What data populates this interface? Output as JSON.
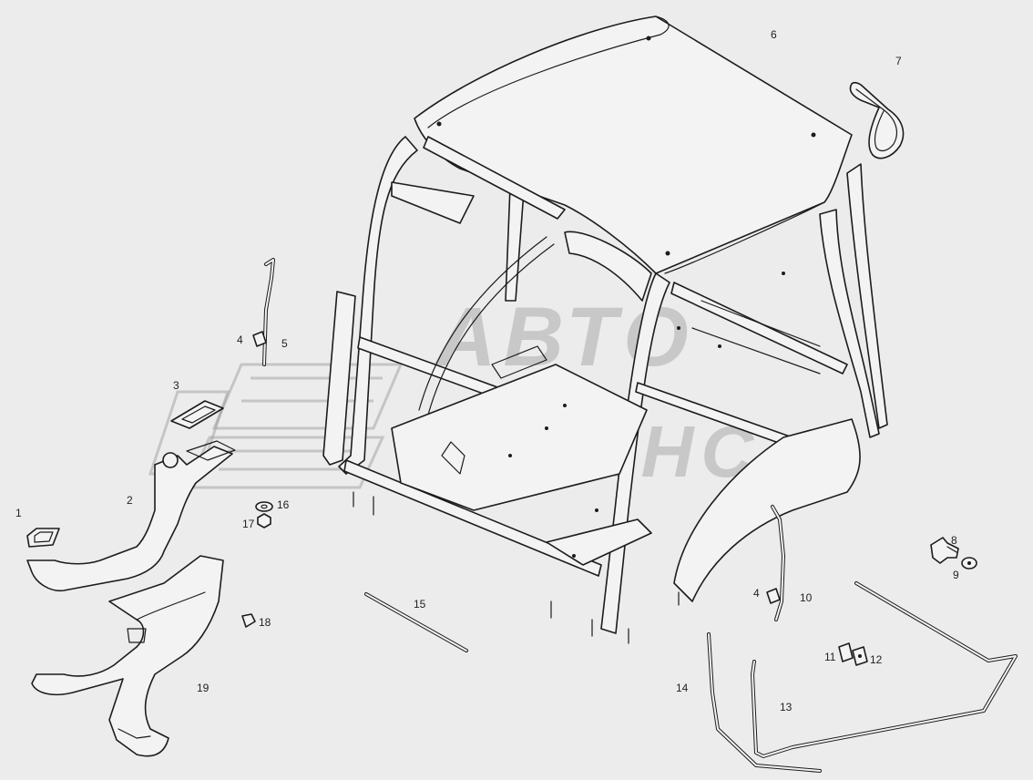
{
  "watermark": {
    "line1": "АВТО",
    "line2": "АЛЬЯНС"
  },
  "callouts": [
    {
      "id": "1",
      "text": "1"
    },
    {
      "id": "2",
      "text": "2"
    },
    {
      "id": "3",
      "text": "3"
    },
    {
      "id": "4a",
      "text": "4"
    },
    {
      "id": "4b",
      "text": "4"
    },
    {
      "id": "5",
      "text": "5"
    },
    {
      "id": "6",
      "text": "6"
    },
    {
      "id": "7",
      "text": "7"
    },
    {
      "id": "8",
      "text": "8"
    },
    {
      "id": "9",
      "text": "9"
    },
    {
      "id": "10",
      "text": "10"
    },
    {
      "id": "11",
      "text": "11"
    },
    {
      "id": "12",
      "text": "12"
    },
    {
      "id": "13",
      "text": "13"
    },
    {
      "id": "14",
      "text": "14"
    },
    {
      "id": "15",
      "text": "15"
    },
    {
      "id": "16",
      "text": "16"
    },
    {
      "id": "17",
      "text": "17"
    },
    {
      "id": "18",
      "text": "18"
    },
    {
      "id": "19",
      "text": "19"
    }
  ]
}
